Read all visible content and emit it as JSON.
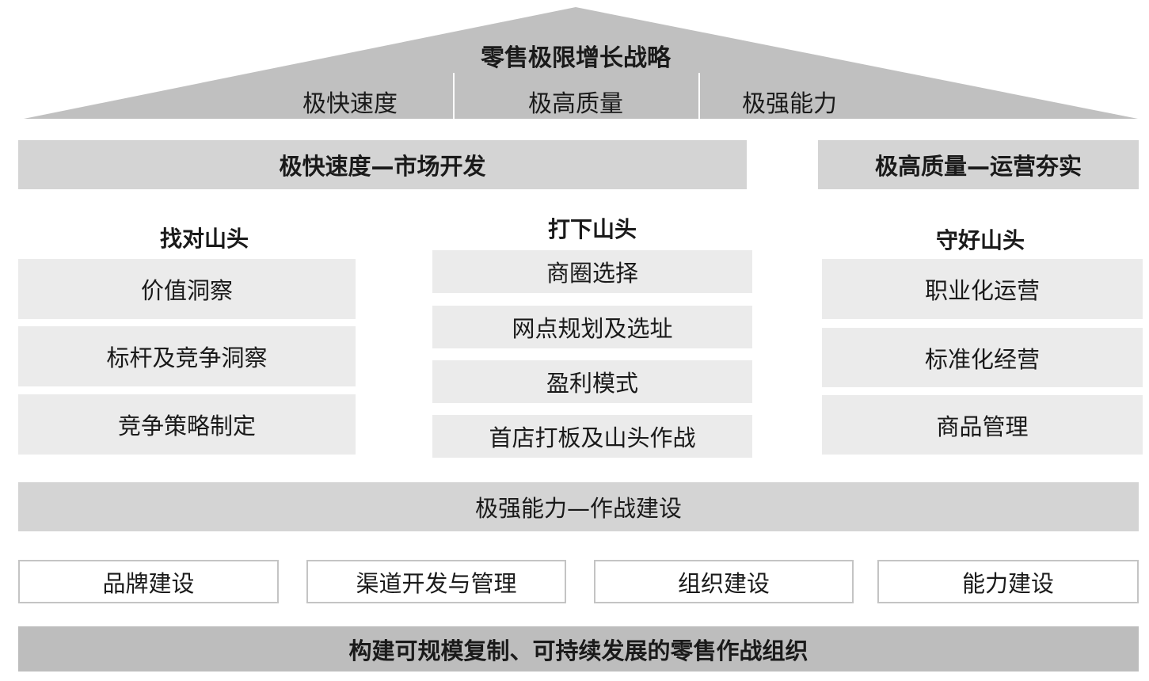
{
  "roof": {
    "title": "零售极限增长战略",
    "pillars": [
      "极快速度",
      "极高质量",
      "极强能力"
    ],
    "color": "#c0c0c0"
  },
  "bars": {
    "speed": "极快速度—市场开发",
    "quality": "极高质量—运营夯实",
    "capability": "极强能力—作战建设"
  },
  "columns": [
    {
      "heading": "找对山头",
      "items": [
        "价值洞察",
        "标杆及竞争洞察",
        "竞争策略制定"
      ]
    },
    {
      "heading": "打下山头",
      "items": [
        "商圈选择",
        "网点规划及选址",
        "盈利模式",
        "首店打板及山头作战"
      ]
    },
    {
      "heading": "守好山头",
      "items": [
        "职业化运营",
        "标准化经营",
        "商品管理"
      ]
    }
  ],
  "capabilities": [
    "品牌建设",
    "渠道开发与管理",
    "组织建设",
    "能力建设"
  ],
  "foundation": "构建可规模复制、可持续发展的零售作战组织"
}
